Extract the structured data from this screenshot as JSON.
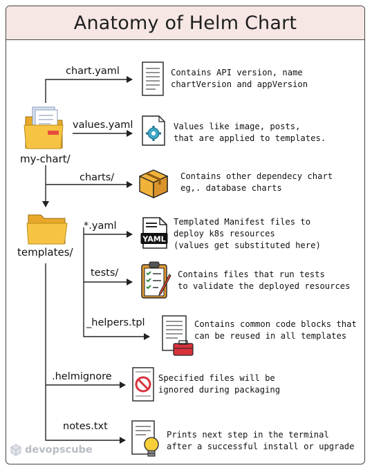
{
  "title": "Anatomy of Helm Chart",
  "root_folder": "my-chart/",
  "templates_folder": "templates/",
  "items": {
    "chart_yaml": {
      "label": "chart.yaml",
      "desc": [
        "Contains API version, name",
        "chartVersion and appVersion"
      ]
    },
    "values_yaml": {
      "label": "values.yaml",
      "desc": [
        "Values like image, posts,",
        "that are applied to templates."
      ]
    },
    "charts": {
      "label": "charts/",
      "desc": [
        "Contains other dependecy chart",
        "eg,. database charts"
      ]
    },
    "star_yaml": {
      "label": "*.yaml",
      "desc": [
        "Templated Manifest files to",
        "deploy k8s resources",
        "(values get substituted here)"
      ]
    },
    "tests": {
      "label": "tests/",
      "desc": [
        "Contains files that run tests",
        "to validate the deployed resources"
      ]
    },
    "helpers": {
      "label": "_helpers.tpl",
      "desc": [
        "Contains common code blocks that",
        "can be reused in all templates"
      ]
    },
    "helmignore": {
      "label": ".helmignore",
      "desc": [
        "Specified files will be",
        "ignored during packaging"
      ]
    },
    "notes": {
      "label": "notes.txt",
      "desc": [
        "Prints next step in the terminal",
        "after a successful install or upgrade"
      ]
    }
  },
  "yaml_badge": "YAML",
  "brand": "devopscube",
  "colors": {
    "title_bg": "#f6e7e4",
    "folder": "#f6c343",
    "line": "#222222"
  }
}
